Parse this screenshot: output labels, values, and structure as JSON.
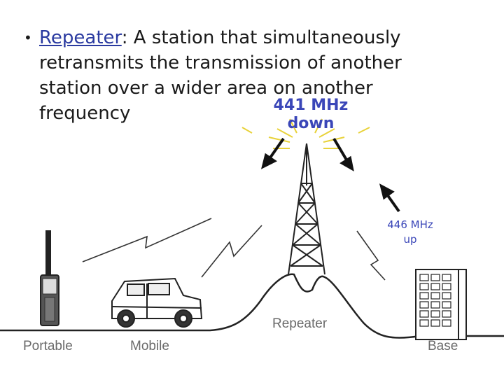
{
  "bullet": "•",
  "term": "Repeater",
  "definition_lines": [
    ": A station that simultaneously",
    "retransmits the transmission of another",
    "station over a wider area on another",
    "frequency"
  ],
  "freq_down": [
    "441 MHz",
    "down"
  ],
  "freq_up": [
    "446 MHz",
    "up"
  ],
  "labels": {
    "portable": "Portable",
    "mobile": "Mobile",
    "repeater": "Repeater",
    "base": "Base"
  },
  "colors": {
    "text": "#1a1a1a",
    "term": "#2a3aa0",
    "frequency": "#3a46b8",
    "caption": "#6a6a6a"
  }
}
